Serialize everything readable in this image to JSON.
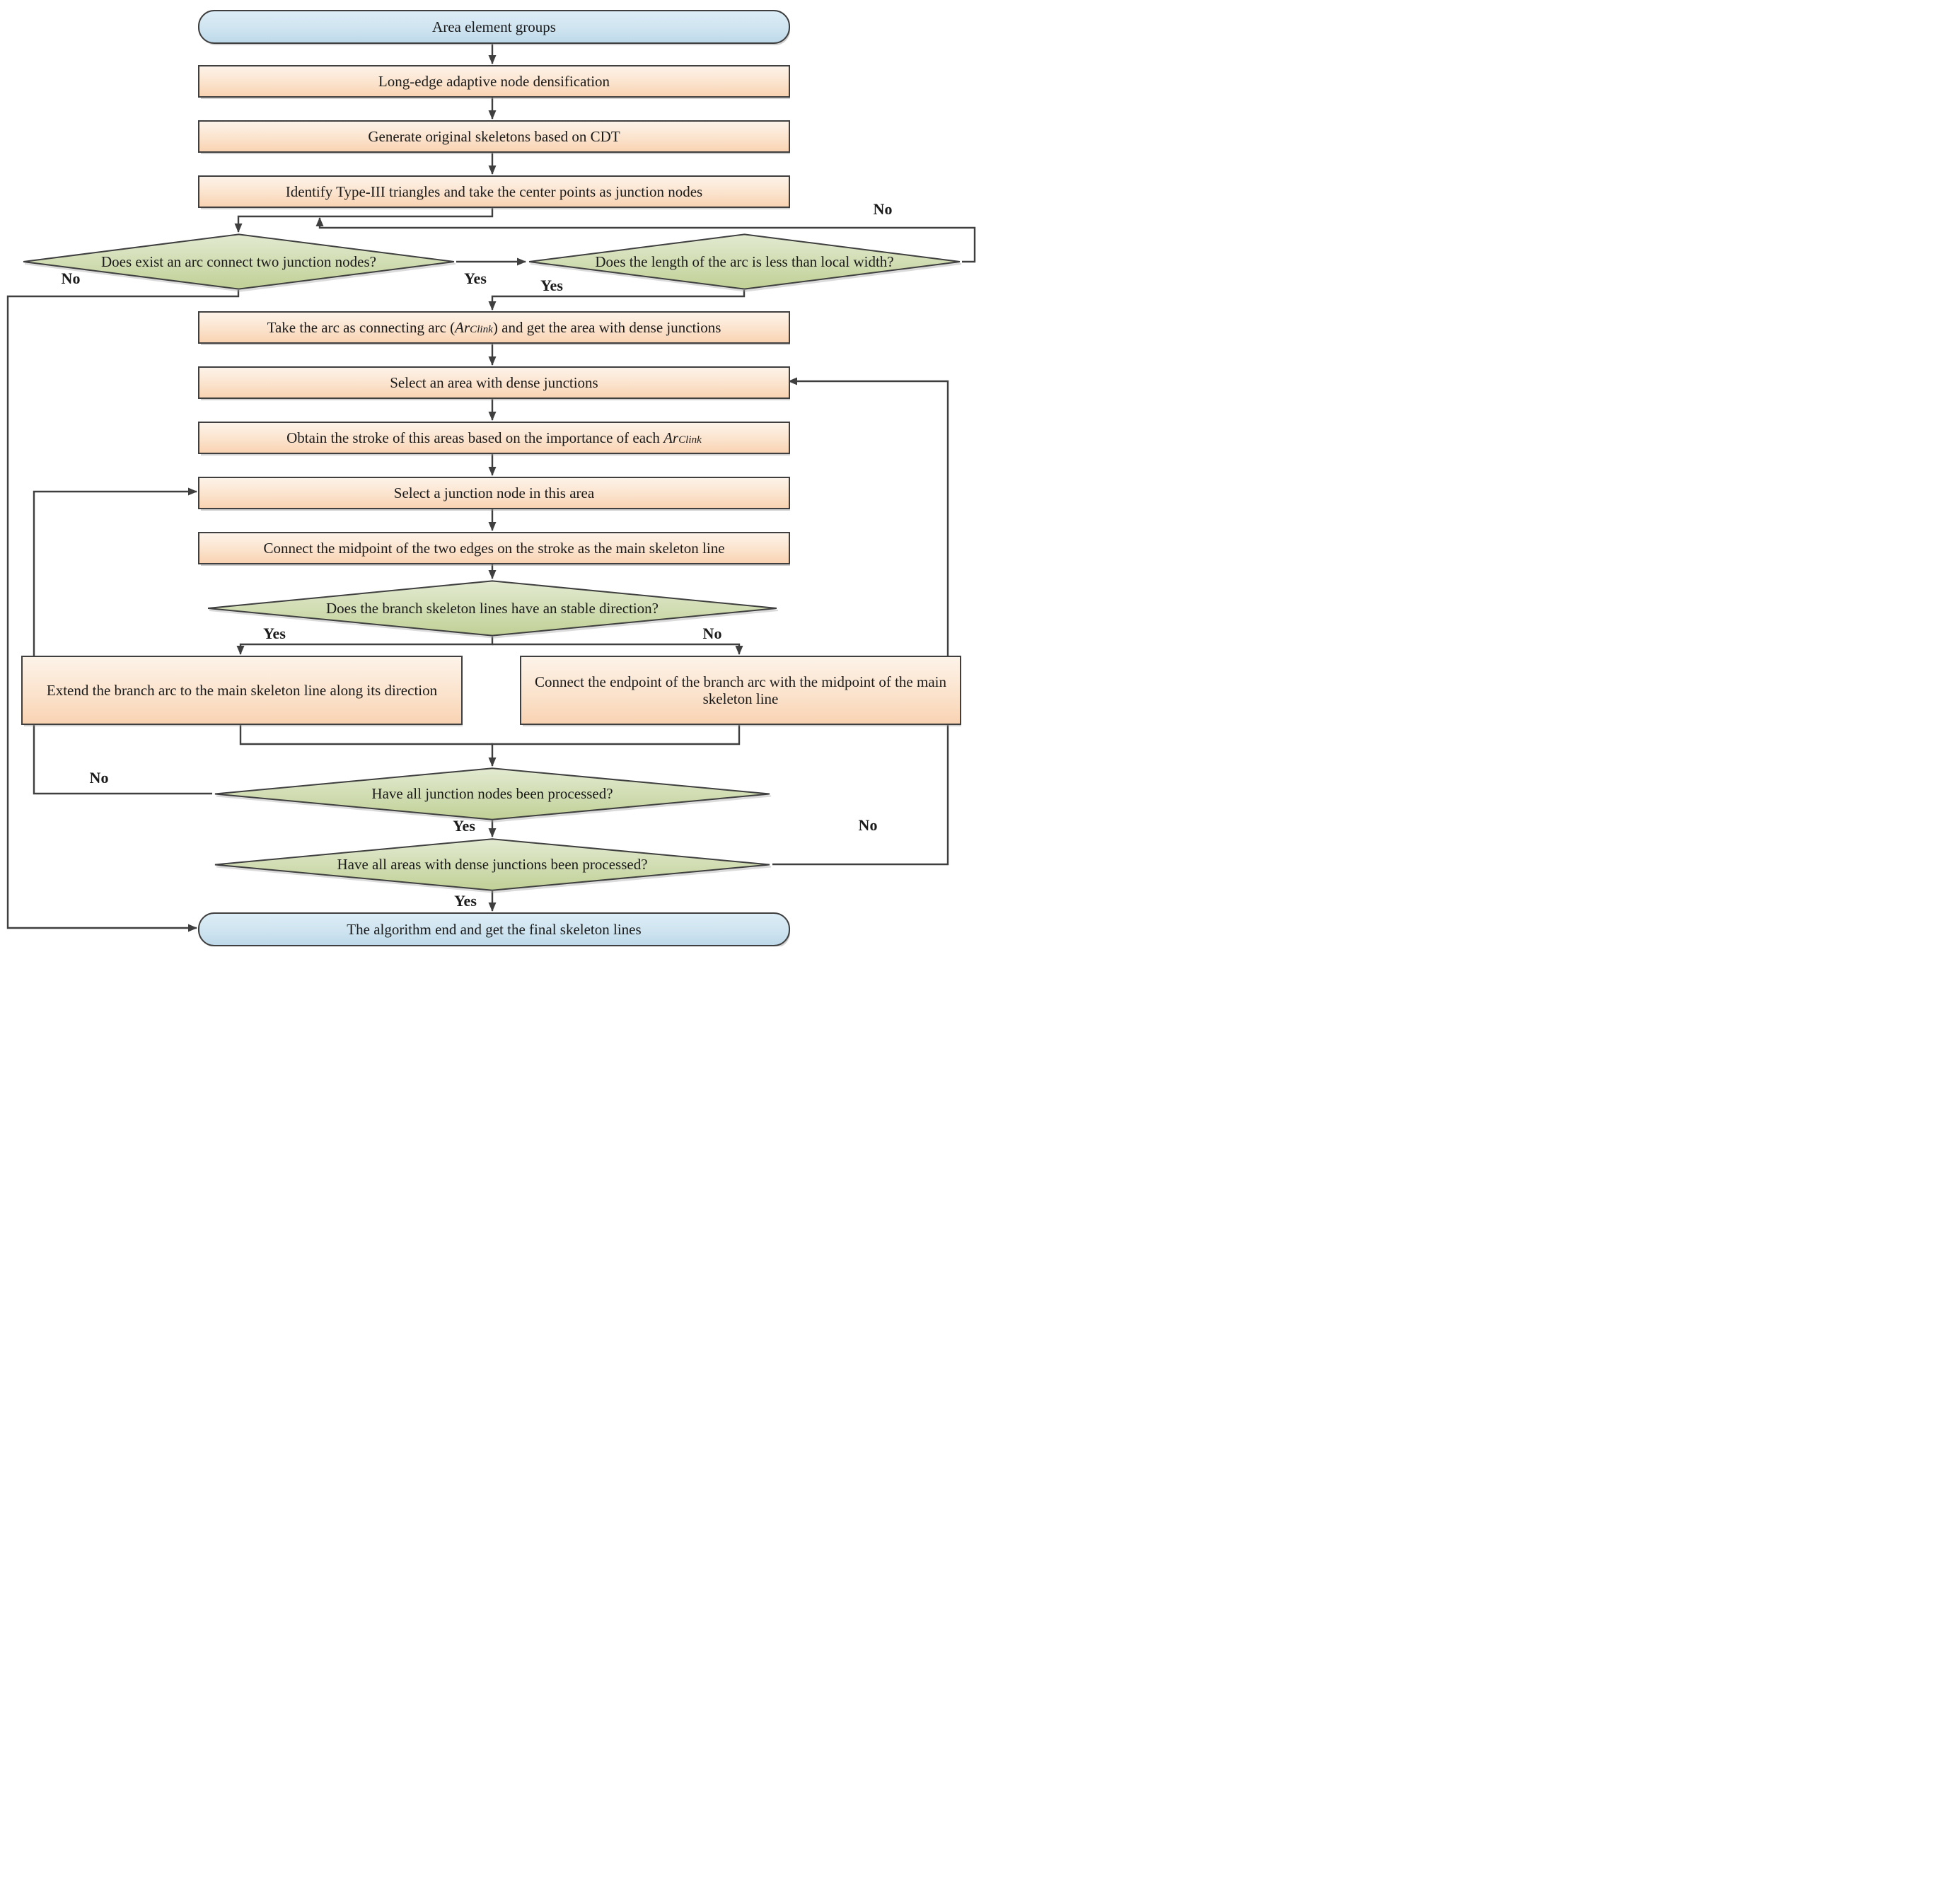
{
  "nodes": {
    "start": {
      "label": "Area element groups"
    },
    "densify": {
      "label": "Long-edge adaptive node densification"
    },
    "generate": {
      "label": "Generate original skeletons based on CDT"
    },
    "identify": {
      "label": "Identify Type-III triangles and take the center points as junction nodes"
    },
    "arc_exists": {
      "label": "Does exist an arc connect two junction nodes?"
    },
    "arc_length": {
      "label": "Does the length of the arc is less than local width?"
    },
    "take_arc": {
      "pre": "Take the arc as connecting arc (",
      "term_main": "Ar",
      "term_sub": "Clink",
      "post": ") and get the area with dense junctions"
    },
    "select_area": {
      "label": "Select an area with dense junctions"
    },
    "obtain_stroke": {
      "pre": "Obtain the stroke of this areas based on the importance of each ",
      "term_main": "Ar",
      "term_sub": "Clink",
      "post": ""
    },
    "select_junction": {
      "label": "Select a junction node in this area"
    },
    "connect_midpoint": {
      "label": "Connect the midpoint of the two edges on the stroke as the main skeleton line"
    },
    "stable_direction": {
      "label": "Does the branch skeleton lines have an stable direction?"
    },
    "extend_branch": {
      "label": "Extend the branch arc to the main skeleton line along its direction"
    },
    "connect_endpoint": {
      "label": "Connect the endpoint of the branch arc with the midpoint of the main skeleton line"
    },
    "all_junctions": {
      "label": "Have all junction nodes been processed?"
    },
    "all_areas": {
      "label": "Have all areas with dense junctions been processed?"
    },
    "end": {
      "label": "The algorithm end and get the final skeleton lines"
    }
  },
  "edge_labels": {
    "arc_exists_yes": "Yes",
    "arc_exists_no": "No",
    "arc_length_yes": "Yes",
    "arc_length_no": "No",
    "stable_yes": "Yes",
    "stable_no": "No",
    "junctions_yes": "Yes",
    "junctions_no": "No",
    "areas_yes": "Yes",
    "areas_no": "No"
  },
  "colors": {
    "line": "#3f3f3f",
    "border": "#3f3f3f",
    "process_top": "#fdf3e9",
    "process_bottom": "#f9d3b3",
    "decision_top": "#e3ead1",
    "decision_bottom": "#c0d096",
    "terminator_top": "#dcedf6",
    "terminator_bottom": "#bed9ea"
  }
}
